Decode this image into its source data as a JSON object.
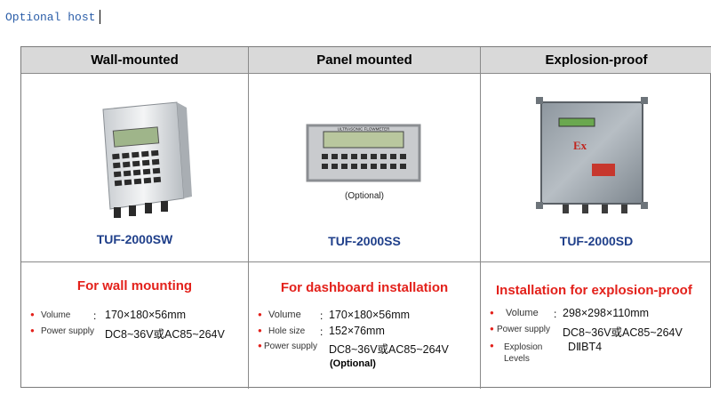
{
  "page_heading": "Optional host",
  "columns": [
    {
      "header": "Wall-mounted",
      "model": "TUF-2000SW",
      "spec_title": "For wall mounting",
      "specs": [
        {
          "label": "Volume",
          "value": "170×180×56mm"
        },
        {
          "label": "Power supply",
          "value": "DC8~36V或AC85~264V"
        }
      ]
    },
    {
      "header": "Panel mounted",
      "model": "TUF-2000SS",
      "image_note": "(Optional)",
      "spec_title": "For dashboard installation",
      "specs": [
        {
          "label": "Volume",
          "value": "170×180×56mm"
        },
        {
          "label": "Hole size",
          "value": "152×76mm"
        },
        {
          "label": "Power supply",
          "value": "DC8~36V或AC85~264V"
        }
      ],
      "spec_note": "(Optional)"
    },
    {
      "header": "Explosion-proof",
      "model": "TUF-2000SD",
      "spec_title": "Installation for explosion-proof",
      "specs": [
        {
          "label": "Volume",
          "value": "298×298×110mm"
        },
        {
          "label": "Power supply",
          "value": "DC8~36V或AC85~264V"
        },
        {
          "label": "Explosion Levels",
          "value": "DⅡBT4"
        }
      ]
    }
  ],
  "device_texts": {
    "panel_display": "ULTRASONIC FLOWMETER",
    "ex_mark": "Ex"
  },
  "colors": {
    "heading": "#2a5da8",
    "header_bg": "#d9d9d9",
    "model_text": "#1f3f8a",
    "spec_title": "#e3211b",
    "bullet": "#e3211b"
  }
}
